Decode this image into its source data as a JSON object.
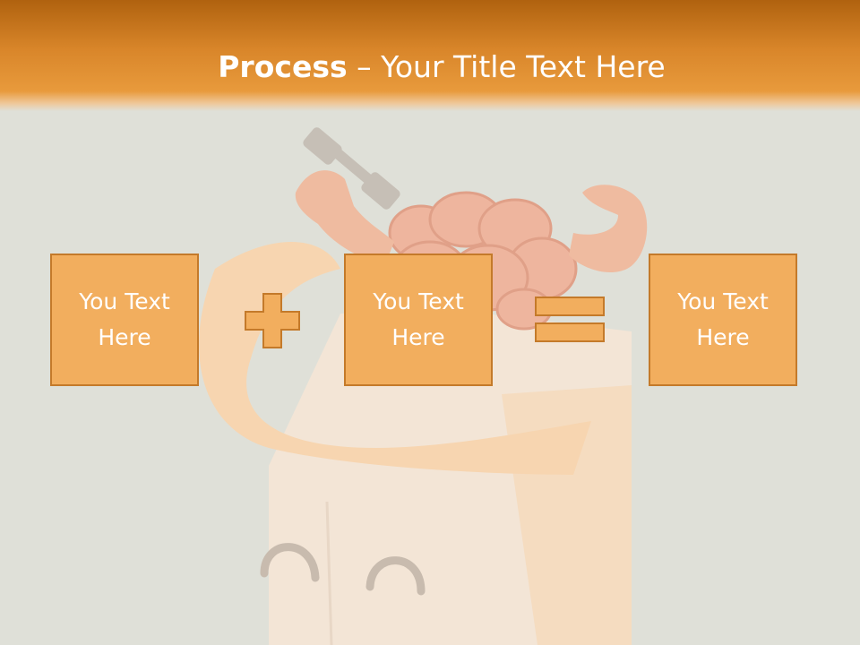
{
  "slide": {
    "title_bold": "Process",
    "title_dash": " – ",
    "title_rest": "Your Title Text Here",
    "boxes": [
      {
        "text": "You Text Here"
      },
      {
        "text": "You Text Here"
      },
      {
        "text": "You Text Here"
      }
    ],
    "operators": [
      "plus-icon",
      "equals-icon"
    ]
  },
  "colors": {
    "header": "#d9862a",
    "box_fill": "#f2ae5e",
    "box_border": "#c47a2a",
    "background": "#dfe0d8"
  }
}
